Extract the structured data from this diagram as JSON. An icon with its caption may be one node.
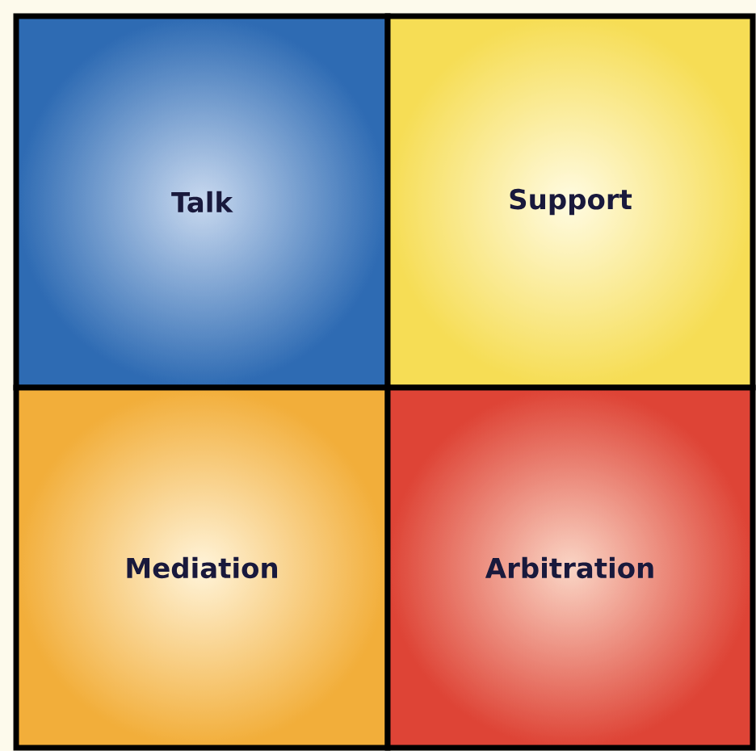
{
  "diagram": {
    "nodes": [
      {
        "text": [
          "Talk"
        ]
      },
      {
        "text": [
          "Support"
        ]
      },
      {
        "text": [
          "Mediation"
        ]
      },
      {
        "text": [
          "Arbitration"
        ]
      }
    ]
  }
}
